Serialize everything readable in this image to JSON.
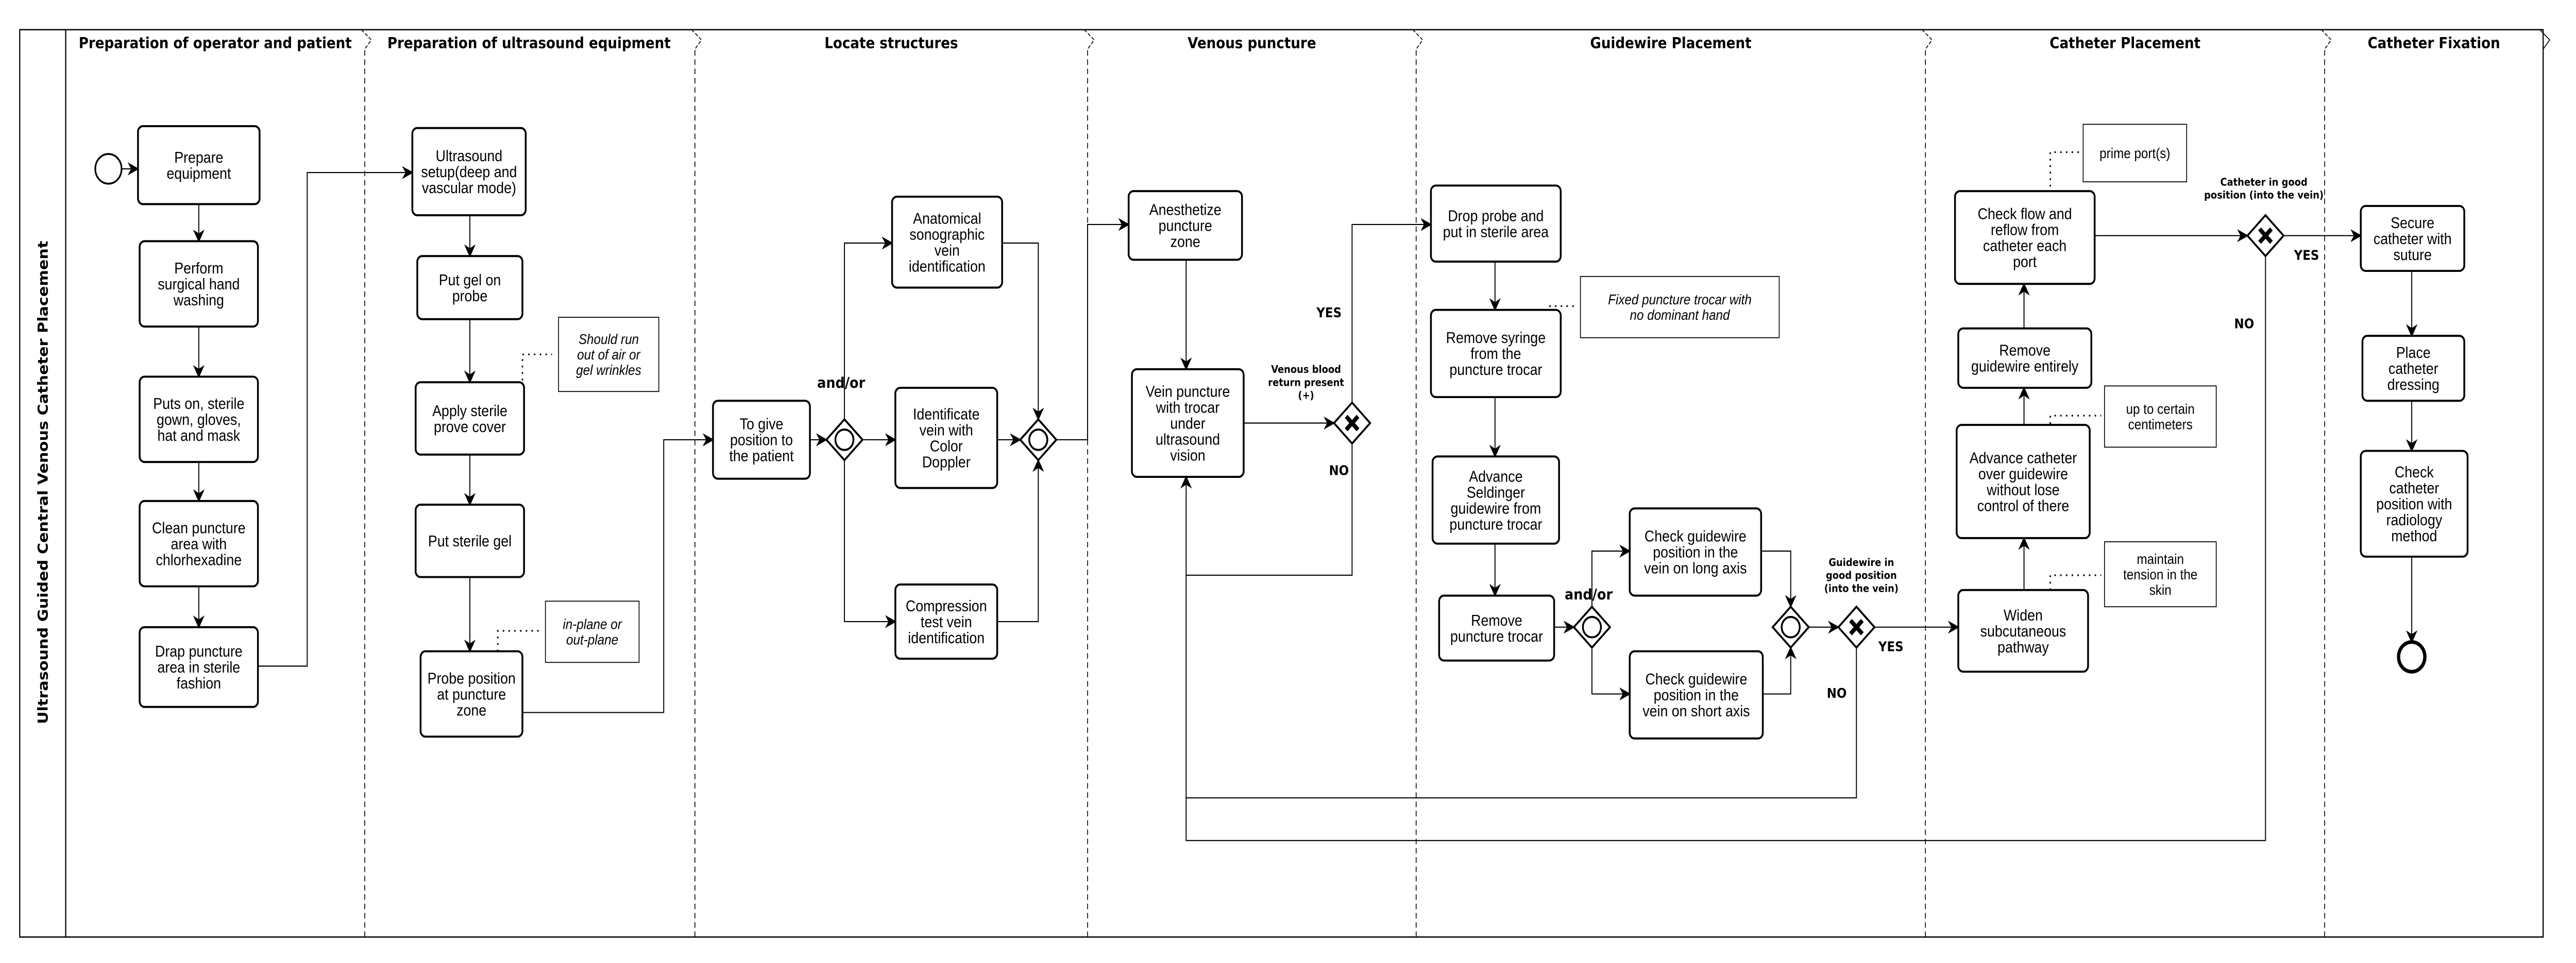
{
  "pool": {
    "title": "Ultrasound Guided Central Venous Catheter Placement"
  },
  "lanes": [
    "Preparation of operator and patient",
    "Preparation of ultrasound equipment",
    "Locate structures",
    "Venous puncture",
    "Guidewire Placement",
    "Catheter Placement",
    "Catheter Fixation"
  ],
  "tasks": [
    {
      "lines": [
        "Prepare",
        "equipment"
      ]
    },
    {
      "lines": [
        "Perform",
        "surgical hand",
        "washing"
      ]
    },
    {
      "lines": [
        "Puts on, sterile",
        "gown, gloves,",
        "hat and mask"
      ]
    },
    {
      "lines": [
        "Clean puncture",
        "area with",
        "chlorhexadine"
      ]
    },
    {
      "lines": [
        "Drap puncture",
        "area in sterile",
        "fashion"
      ]
    },
    {
      "lines": [
        "Ultrasound",
        "setup(deep and",
        "vascular mode)"
      ]
    },
    {
      "lines": [
        "Put gel on",
        "probe"
      ]
    },
    {
      "lines": [
        "Apply sterile",
        "prove cover"
      ]
    },
    {
      "lines": [
        "Put sterile gel"
      ]
    },
    {
      "lines": [
        "Probe position",
        "at puncture",
        "zone"
      ]
    },
    {
      "lines": [
        "To give",
        "position to",
        "the patient"
      ]
    },
    {
      "lines": [
        "Anatomical",
        "sonographic",
        "vein",
        "identification"
      ]
    },
    {
      "lines": [
        "Identificate",
        "vein with",
        "Color",
        "Doppler"
      ]
    },
    {
      "lines": [
        "Compression",
        "test vein",
        "identification"
      ]
    },
    {
      "lines": [
        "Anesthetize",
        "puncture",
        "zone"
      ]
    },
    {
      "lines": [
        "Vein puncture",
        "with trocar",
        "under",
        "ultrasound",
        "vision"
      ]
    },
    {
      "lines": [
        "Drop probe and",
        "put in sterile area"
      ]
    },
    {
      "lines": [
        "Remove syringe",
        "from the",
        "puncture trocar"
      ]
    },
    {
      "lines": [
        "Advance",
        "Seldinger",
        "guidewire from",
        "puncture trocar"
      ]
    },
    {
      "lines": [
        "Remove",
        "puncture trocar"
      ]
    },
    {
      "lines": [
        "Check guidewire",
        "position in the",
        "vein on long axis"
      ]
    },
    {
      "lines": [
        "Check guidewire",
        "position in the",
        "vein on short axis"
      ]
    },
    {
      "lines": [
        "Widen",
        "subcutaneous",
        "pathway"
      ]
    },
    {
      "lines": [
        "Advance catheter",
        "over guidewire",
        "without lose",
        "control of there"
      ]
    },
    {
      "lines": [
        "Remove",
        "guidewire entirely"
      ]
    },
    {
      "lines": [
        "Check flow and",
        "reflow from",
        "catheter each",
        "port"
      ]
    },
    {
      "lines": [
        "Secure",
        "catheter with",
        "suture"
      ]
    },
    {
      "lines": [
        "Place",
        "catheter",
        "dressing"
      ]
    },
    {
      "lines": [
        "Check",
        "catheter",
        "position with",
        "radiology",
        "method"
      ]
    }
  ],
  "annotations": [
    {
      "lines": [
        "Should run",
        "out of air or",
        "gel wrinkles"
      ],
      "italic": true
    },
    {
      "lines": [
        "in-plane or",
        "out-plane"
      ],
      "italic": true
    },
    {
      "lines": [
        "Fixed puncture trocar with",
        "no dominant hand"
      ],
      "italic": true
    },
    {
      "lines": [
        "prime port(s)"
      ],
      "italic": false
    },
    {
      "lines": [
        "up to certain",
        "centimeters"
      ],
      "italic": false
    },
    {
      "lines": [
        "maintain",
        "tension in the",
        "skin"
      ],
      "italic": false
    }
  ],
  "gateways": [
    {
      "type": "inclusive"
    },
    {
      "type": "inclusive"
    },
    {
      "type": "exclusive"
    },
    {
      "type": "inclusive"
    },
    {
      "type": "inclusive"
    },
    {
      "type": "exclusive"
    },
    {
      "type": "exclusive"
    }
  ],
  "labels": [
    {
      "lines": [
        "and/or"
      ]
    },
    {
      "lines": [
        "Venous blood",
        "return present",
        "(+)"
      ]
    },
    {
      "lines": [
        "YES"
      ]
    },
    {
      "lines": [
        "NO"
      ]
    },
    {
      "lines": [
        "and/or"
      ]
    },
    {
      "lines": [
        "Guidewire in",
        "good position",
        "(into the vein)"
      ]
    },
    {
      "lines": [
        "YES"
      ]
    },
    {
      "lines": [
        "NO"
      ]
    },
    {
      "lines": [
        "Catheter in good",
        "position (into the vein)"
      ]
    },
    {
      "lines": [
        "YES"
      ]
    },
    {
      "lines": [
        "NO"
      ]
    }
  ],
  "events": {
    "start": "start-event",
    "end": "end-event"
  }
}
